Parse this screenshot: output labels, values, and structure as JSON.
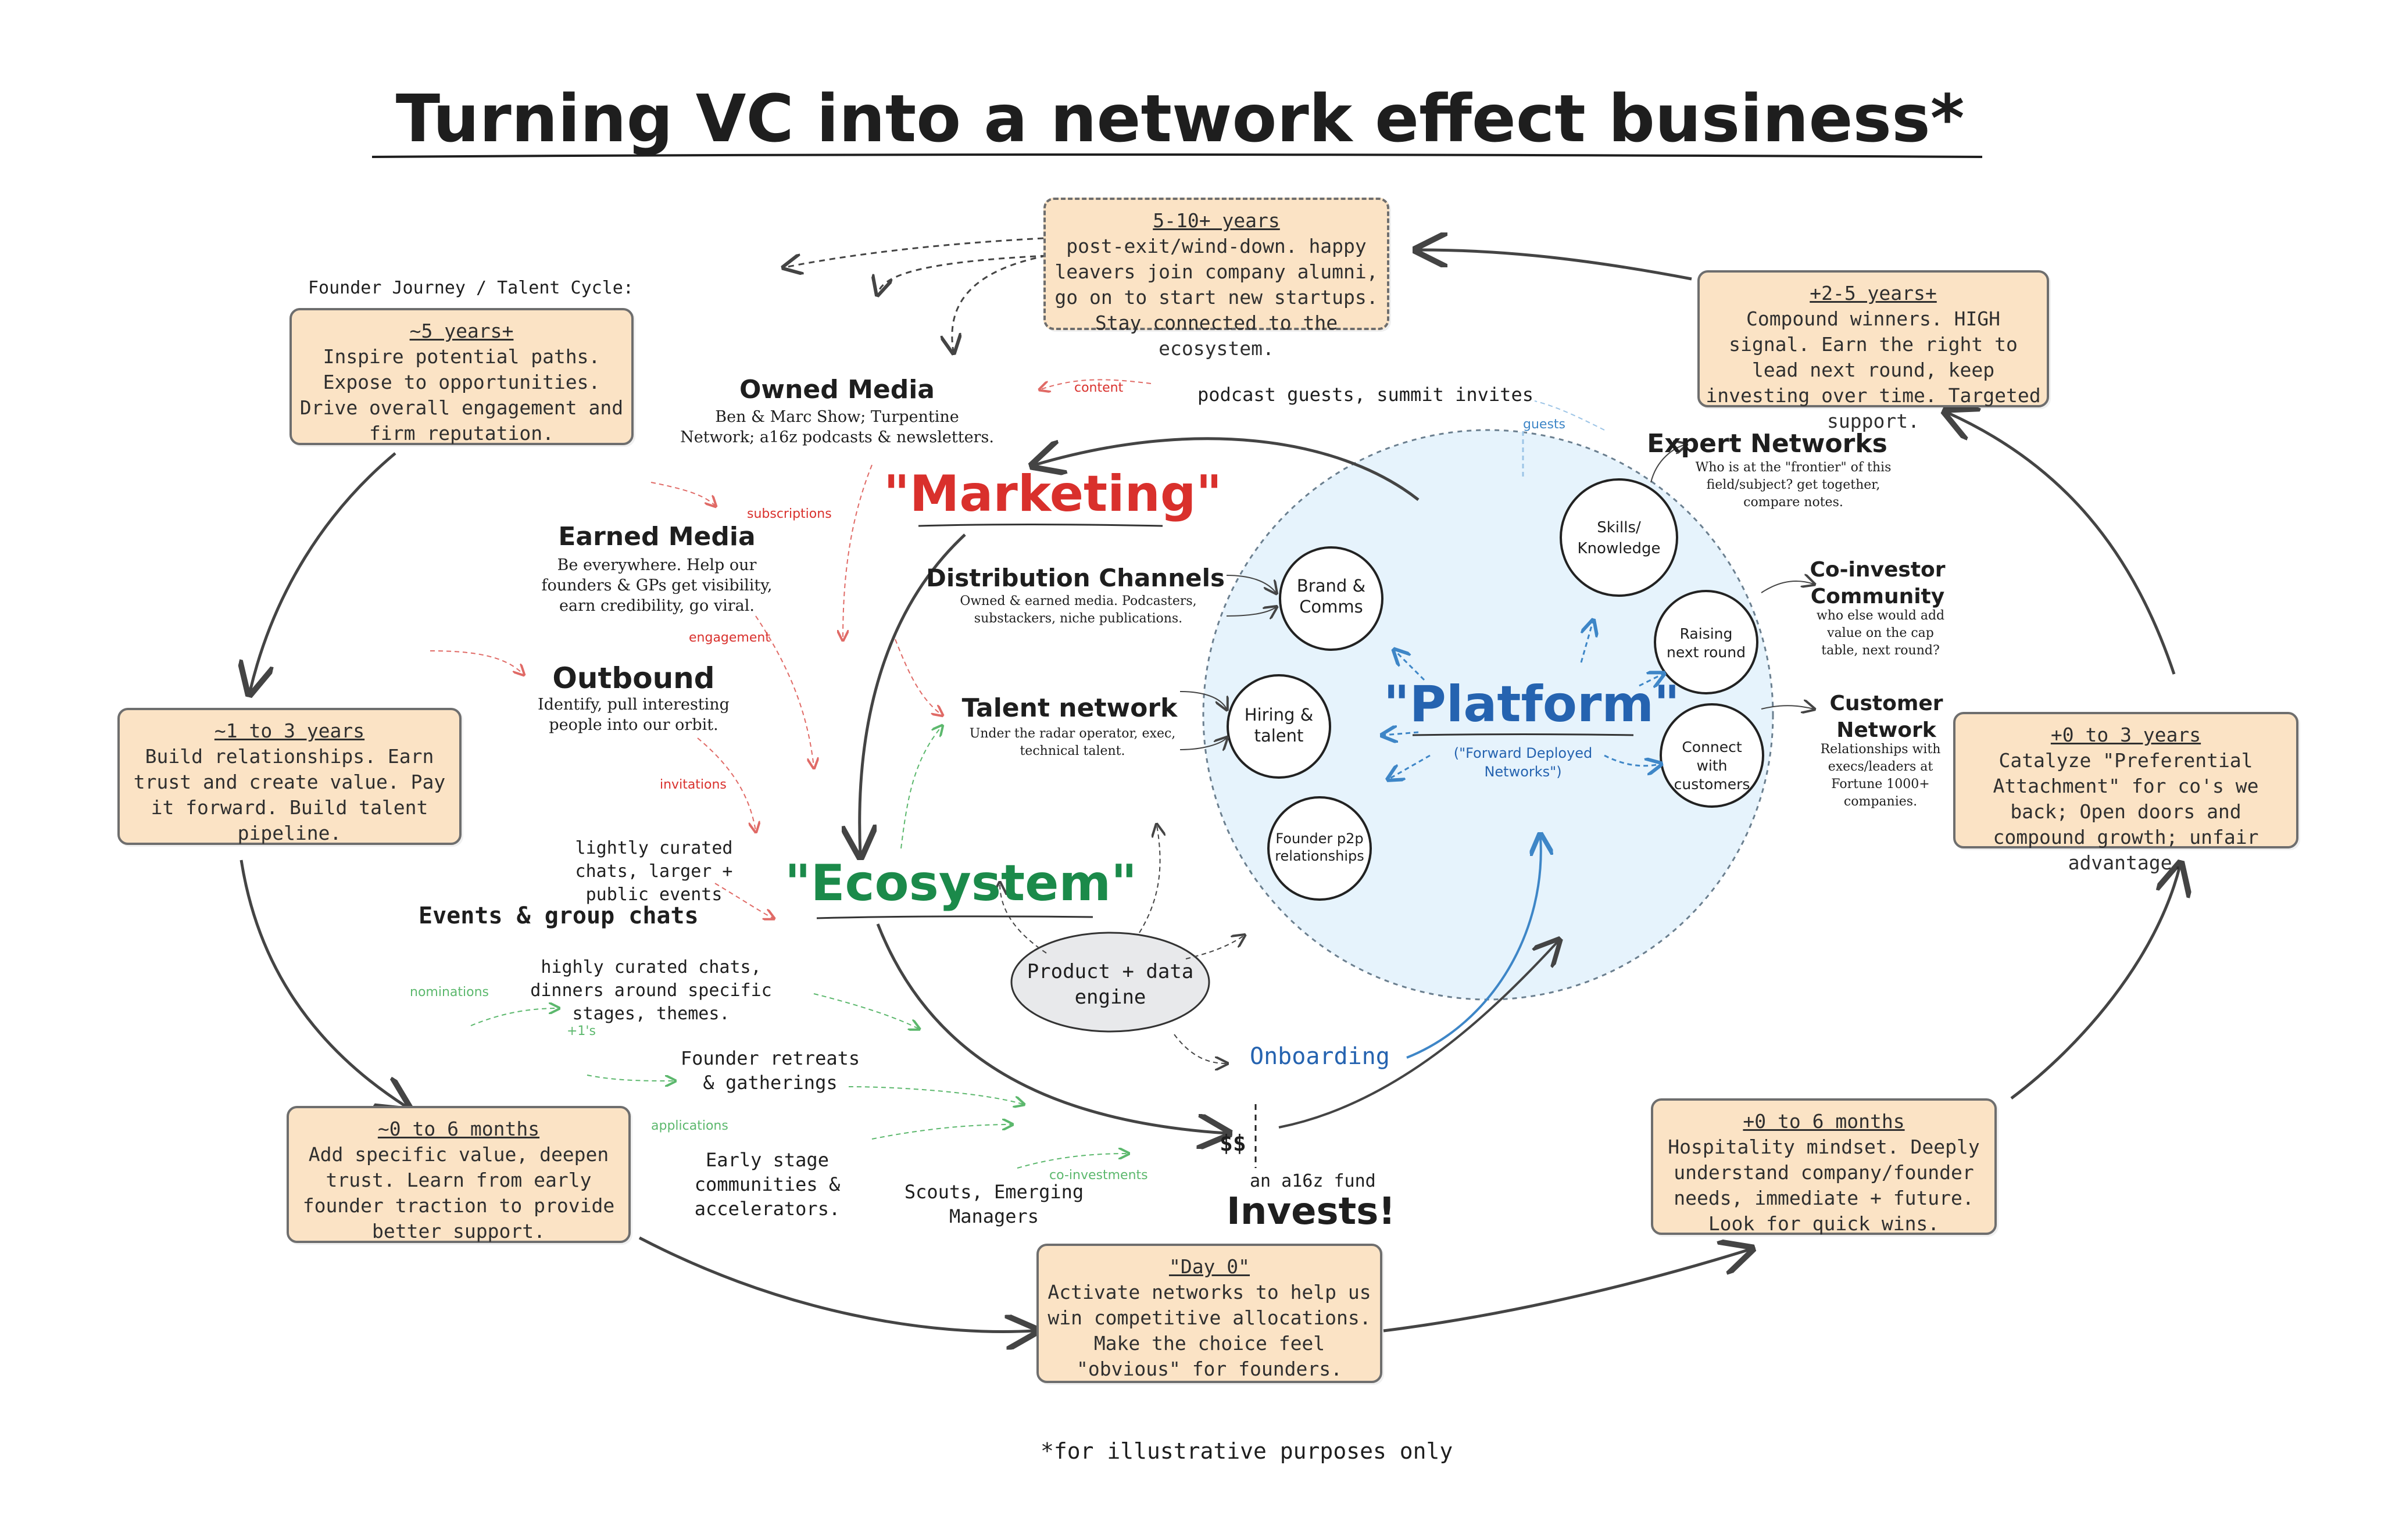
{
  "title": "Turning VC into a network effect business*",
  "footnote": "*for illustrative purposes only",
  "talent_cycle_label": "Founder Journey / Talent Cycle:",
  "stages": {
    "minus5": {
      "title": "~5 years+",
      "text": "Inspire potential paths. Expose to opportunities. Drive overall engagement and firm reputation."
    },
    "minus1to3": {
      "title": "~1 to 3 years",
      "text": "Build relationships. Earn trust and create value. Pay it forward. Build talent pipeline."
    },
    "minus0to6": {
      "title": "~0 to 6 months",
      "text": "Add specific value, deepen trust. Learn from early founder traction to provide better support."
    },
    "day0": {
      "title": "\"Day 0\"",
      "text": "Activate networks to help us win competitive allocations. Make the choice feel \"obvious\" for founders."
    },
    "plus0to6": {
      "title": "+0 to 6 months",
      "text": "Hospitality mindset. Deeply understand company/founder needs, immediate + future. Look for quick wins."
    },
    "plus0to3y": {
      "title": "+0 to 3 years",
      "text": "Catalyze \"Preferential Attachment\" for co's we back; Open doors and compound growth; unfair advantage."
    },
    "plus2to5": {
      "title": "+2-5 years+",
      "text": "Compound winners. HIGH signal. Earn the right to lead next round, keep investing over time. Targeted support."
    },
    "plus5to10": {
      "title": "5-10+ years",
      "text": "post-exit/wind-down. happy leavers join company alumni, go on to start new startups. Stay connected to the ecosystem."
    }
  },
  "left": {
    "owned_media": {
      "heading": "Owned Media",
      "desc": "Ben & Marc Show; Turpentine Network; a16z podcasts & newsletters."
    },
    "earned_media": {
      "heading": "Earned Media",
      "desc": "Be everywhere. Help our founders & GPs get visibility, earn credibility, go viral."
    },
    "outbound": {
      "heading": "Outbound",
      "desc": "Identify, pull interesting people into our orbit."
    },
    "lightly": "lightly curated chats, larger + public events",
    "events": "Events & group chats",
    "highly": "highly curated chats, dinners around specific stages, themes.",
    "retreats": "Founder retreats & gatherings",
    "early_stage": "Early stage communities & accelerators.",
    "scouts": "Scouts, Emerging Managers"
  },
  "center": {
    "marketing": "\"Marketing\"",
    "ecosystem": "\"Ecosystem\"",
    "distribution": {
      "heading": "Distribution Channels",
      "desc": "Owned & earned media. Podcasters, substackers, niche publications."
    },
    "talent_network": {
      "heading": "Talent network",
      "desc": "Under the radar operator, exec, technical talent."
    },
    "product_engine": "Product + data engine",
    "onboarding": "Onboarding",
    "dollars": "$$",
    "fund": "an a16z fund",
    "invests": "Invests!",
    "podcast_guests": "podcast guests, summit invites"
  },
  "platform": {
    "title": "\"Platform\"",
    "subtitle": "(\"Forward Deployed Networks\")",
    "circles": {
      "brand": "Brand & Comms",
      "hiring": "Hiring & talent",
      "founder_p2p": "Founder p2p relationships",
      "skills": "Skills/ Knowledge",
      "raising": "Raising next round",
      "connect": "Connect with customers"
    }
  },
  "right": {
    "expert": {
      "heading": "Expert Networks",
      "desc": "Who is at the \"frontier\" of this field/subject? get together, compare notes."
    },
    "coinvestor": {
      "heading": "Co-investor Community",
      "desc": "who else would add value on the cap table, next round?"
    },
    "customer": {
      "heading": "Customer Network",
      "desc": "Relationships with execs/leaders at Fortune 1000+ companies."
    }
  },
  "edge_labels": {
    "content": "content",
    "subscriptions": "subscriptions",
    "engagement": "engagement",
    "invitations": "invitations",
    "guests": "guests",
    "nominations": "nominations",
    "plus1s": "+1's",
    "applications": "applications",
    "coinvestments": "co-investments"
  },
  "colors": {
    "marketing": "#d9302c",
    "ecosystem": "#1b8a4a",
    "platform": "#2563b0",
    "box_fill": "#fbe3c5",
    "platform_fill": "#e6f3fc"
  }
}
